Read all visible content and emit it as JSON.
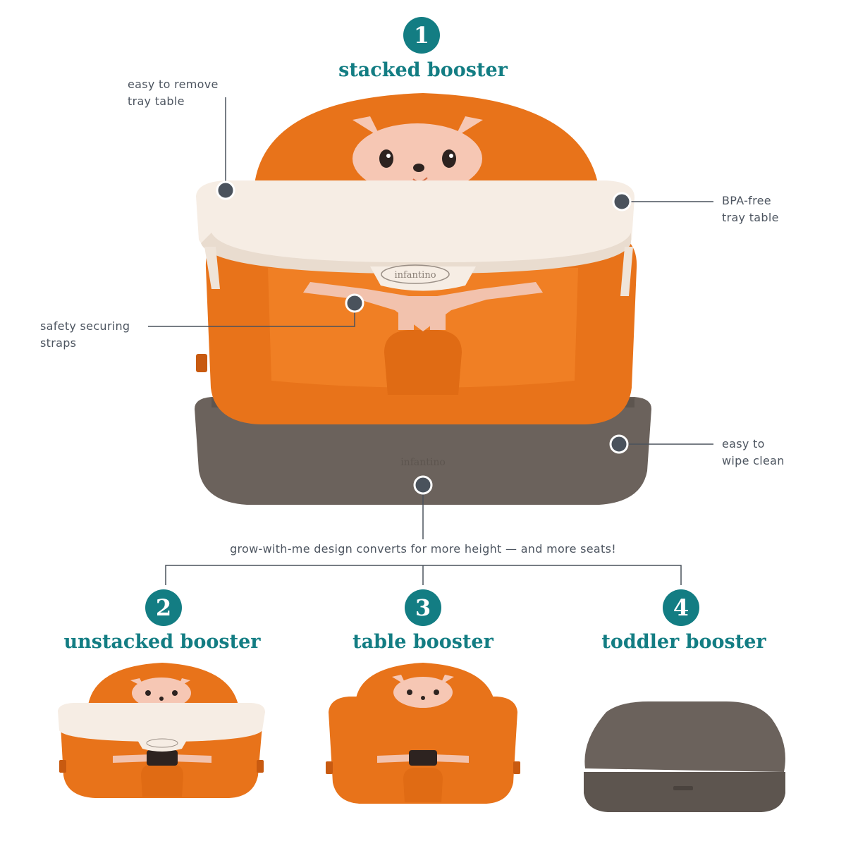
{
  "modes": [
    {
      "number": "1",
      "title": "stacked booster"
    },
    {
      "number": "2",
      "title": "unstacked booster"
    },
    {
      "number": "3",
      "title": "table booster"
    },
    {
      "number": "4",
      "title": "toddler booster"
    }
  ],
  "callouts": {
    "tray_remove": [
      "easy to remove",
      "tray table"
    ],
    "bpa_free": [
      "BPA-free",
      "tray table"
    ],
    "straps": [
      "safety securing",
      "straps"
    ],
    "wipe_clean": [
      "easy to",
      "wipe clean"
    ]
  },
  "convert_caption": "grow-with-me design converts for more height — and more seats!",
  "brand": {
    "tray_logo": "infantino",
    "base_logo": "infantino"
  },
  "colors": {
    "teal": "#137d83",
    "orange": "#e8731a",
    "tray_cream": "#f6ede4",
    "base_gray": "#6b625c",
    "dot_gray": "#4a525c",
    "text_gray": "#4d5560"
  }
}
